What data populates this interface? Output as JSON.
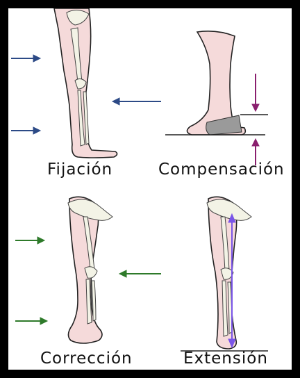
{
  "captions": {
    "fijacion": "Fijación",
    "compensacion": "Compensación",
    "correccion": "Corrección",
    "extension": "Extensión"
  },
  "colors": {
    "background": "#ffffff",
    "border": "#000000",
    "leg_fill": "#f5dada",
    "bone_fill": "#f3f3e6",
    "fijacion_arrow": "#2c4a86",
    "compensacion_arrow": "#8a1f6e",
    "correccion_arrow": "#2e7a2a",
    "extension_arrow": "#7a55e8"
  }
}
